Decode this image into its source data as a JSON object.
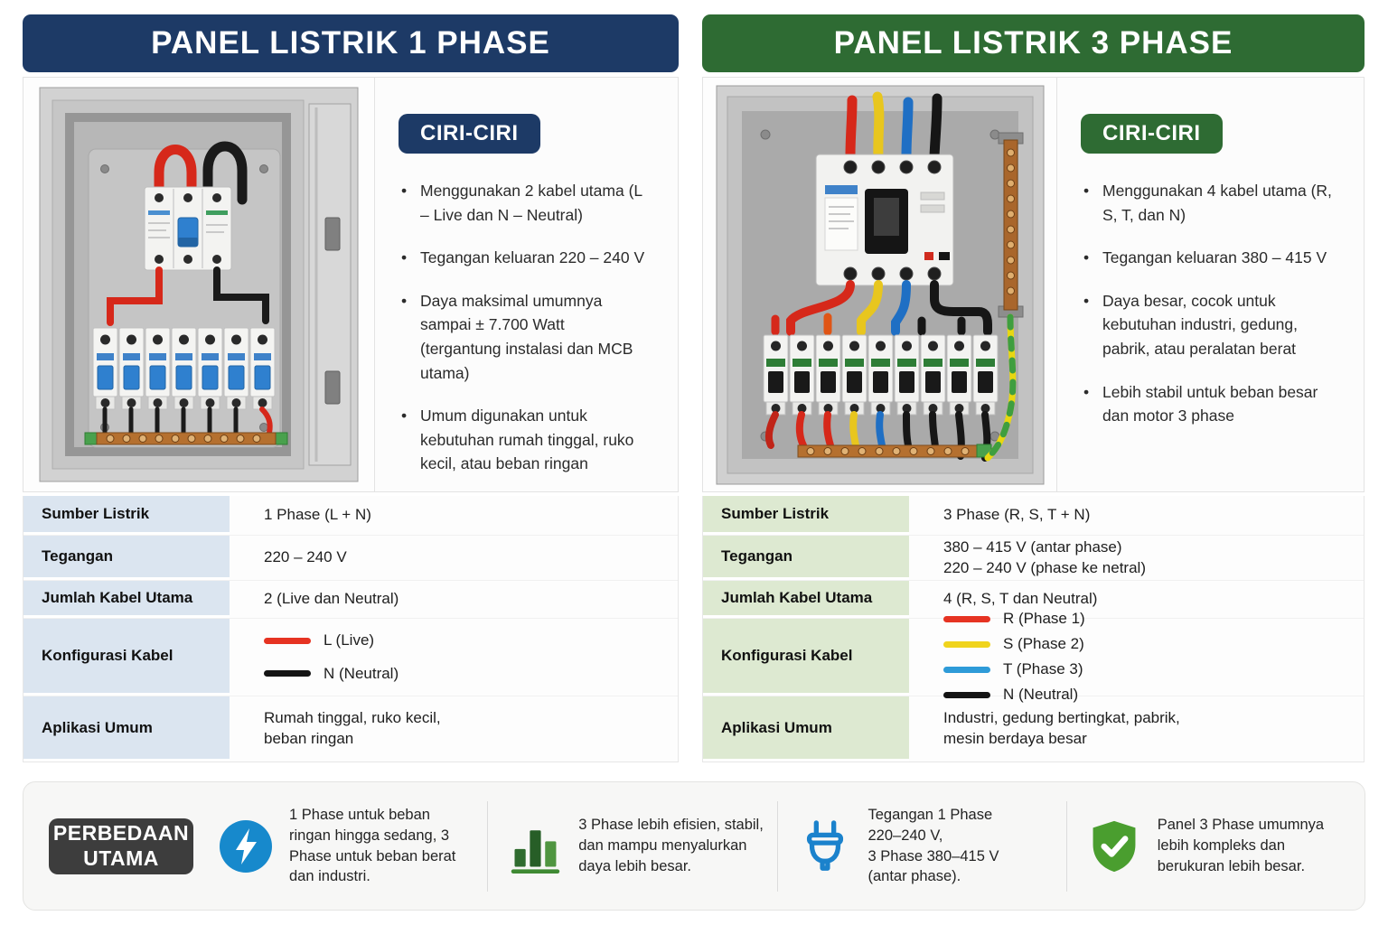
{
  "left": {
    "title": "PANEL LISTRIK 1 PHASE",
    "accent": "#1d3a66",
    "label_bg": "#dbe5f0",
    "features": {
      "badge": "CIRI-CIRI",
      "items": [
        "Menggunakan 2 kabel utama (L – Live dan N – Neutral)",
        "Tegangan keluaran 220 – 240 V",
        "Daya maksimal umumnya sampai ± 7.700 Watt (tergantung instalasi dan MCB utama)",
        "Umum digunakan untuk kebutuhan rumah tinggal, ruko kecil, atau beban ringan"
      ]
    },
    "specs": {
      "sumber_label": "Sumber Listrik",
      "sumber_value": "1 Phase (L + N)",
      "tegangan_label": "Tegangan",
      "tegangan_value": "220 – 240 V",
      "kabel_label": "Jumlah Kabel Utama",
      "kabel_value": "2 (Live dan Neutral)",
      "konfigurasi_label": "Konfigurasi Kabel",
      "legend": [
        {
          "color": "#e63322",
          "label": "L (Live)"
        },
        {
          "color": "#141414",
          "label": "N (Neutral)"
        }
      ],
      "aplikasi_label": "Aplikasi Umum",
      "aplikasi_value": "Rumah tinggal, ruko kecil,\nbeban ringan"
    }
  },
  "right": {
    "title": "PANEL LISTRIK 3 PHASE",
    "accent": "#2e6b33",
    "label_bg": "#dde9d1",
    "features": {
      "badge": "CIRI-CIRI",
      "items": [
        "Menggunakan 4 kabel utama (R, S, T, dan N)",
        "Tegangan keluaran 380 – 415 V",
        "Daya besar, cocok untuk kebutuhan industri, gedung, pabrik, atau peralatan berat",
        "Lebih stabil untuk beban besar dan motor 3 phase"
      ]
    },
    "specs": {
      "sumber_label": "Sumber Listrik",
      "sumber_value": "3 Phase (R, S, T + N)",
      "tegangan_label": "Tegangan",
      "tegangan_value": "380 – 415 V (antar phase)\n220 – 240 V (phase ke netral)",
      "kabel_label": "Jumlah Kabel Utama",
      "kabel_value": "4 (R, S, T dan Neutral)",
      "konfigurasi_label": "Konfigurasi Kabel",
      "legend": [
        {
          "color": "#e63322",
          "label": "R (Phase 1)"
        },
        {
          "color": "#f0d41c",
          "label": "S (Phase 2)"
        },
        {
          "color": "#2e9bd8",
          "label": "T (Phase 3)"
        },
        {
          "color": "#141414",
          "label": "N (Neutral)"
        }
      ],
      "aplikasi_label": "Aplikasi Umum",
      "aplikasi_value": "Industri, gedung bertingkat, pabrik,\nmesin berdaya besar"
    }
  },
  "footer": {
    "badge": "PERBEDAAN\nUTAMA",
    "badge_bg": "#3d3d3d",
    "items": [
      {
        "icon": "lightning-icon",
        "text": "1 Phase untuk beban ringan hingga sedang, 3 Phase untuk beban berat dan industri."
      },
      {
        "icon": "bar-chart-icon",
        "text": "3 Phase lebih efisien, stabil, dan mampu menyalurkan daya lebih besar."
      },
      {
        "icon": "plug-icon",
        "text": "Tegangan 1 Phase\n220–240 V,\n3 Phase 380–415 V\n(antar phase)."
      },
      {
        "icon": "shield-check-icon",
        "text": "Panel 3 Phase umumnya lebih kompleks dan berukuran lebih besar."
      }
    ]
  }
}
